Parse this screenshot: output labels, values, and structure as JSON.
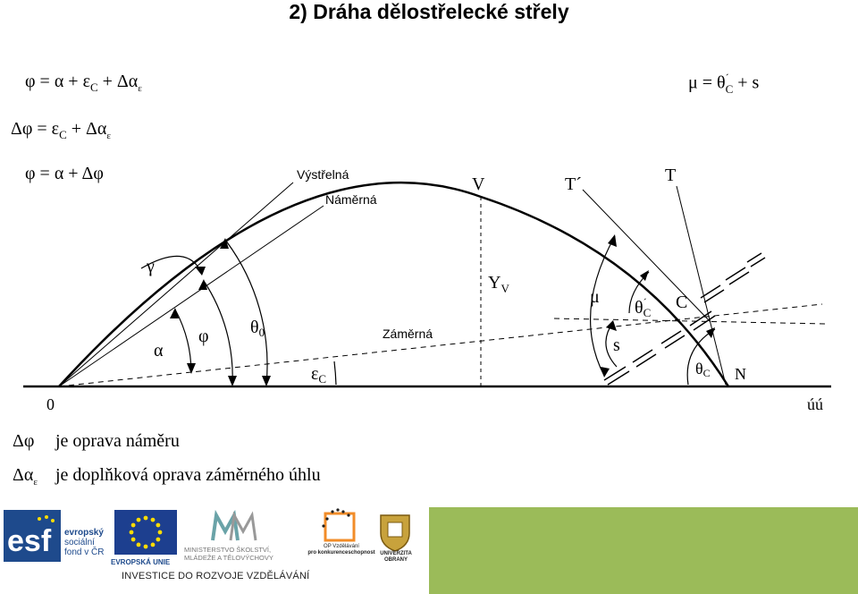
{
  "title": "2) Dráha dělostřelecké střely",
  "formulas": {
    "f1": "φ = α  + εC + Δαε",
    "f2": "Δφ  =  εC + Δαε",
    "f3": "φ = α + Δφ",
    "f4": "μ = θ´C + s"
  },
  "labels": {
    "vystrelna": "Výstřelná",
    "namerna": "Náměrná",
    "zamerna": "Záměrná",
    "V": "V",
    "Yv": "YV",
    "T_prime": "T´",
    "T": "T",
    "C": "C",
    "N": "N",
    "O": "0",
    "uu": "úú",
    "gamma": "γ",
    "alpha": "α",
    "phi": "φ",
    "theta0": "θ0",
    "epsC": "εC",
    "mu": "μ",
    "thetaC_prime": "θ´C",
    "s": "s",
    "thetaC": "θC"
  },
  "notes": [
    {
      "symbol": "Δφ",
      "text": "je oprava náměru"
    },
    {
      "symbol": "Δαε",
      "text": "je doplňková oprava záměrného úhlu"
    }
  ],
  "logos": {
    "esf_main": "esf",
    "esf_text": [
      "evropský",
      "sociální",
      "fond v ČR"
    ],
    "eu_text": "EVROPSKÁ UNIE",
    "msmt_text": [
      "MINISTERSTVO ŠKOLSTVÍ,",
      "MLÁDEŽE A TĚLOVÝCHOVY"
    ],
    "op_text": [
      "OP Vzdělávání",
      "pro konkurenceschopnost"
    ],
    "uo_text": [
      "UNIVERZITA",
      "OBRANY"
    ],
    "investice": "INVESTICE DO ROZVOJE VZDĚLÁVÁNÍ"
  },
  "colors": {
    "green_panel": "#9bbb59",
    "esf_blue": "#1e4a8c",
    "eu_blue": "#1d3f8f",
    "eu_star": "#ffdd00"
  }
}
